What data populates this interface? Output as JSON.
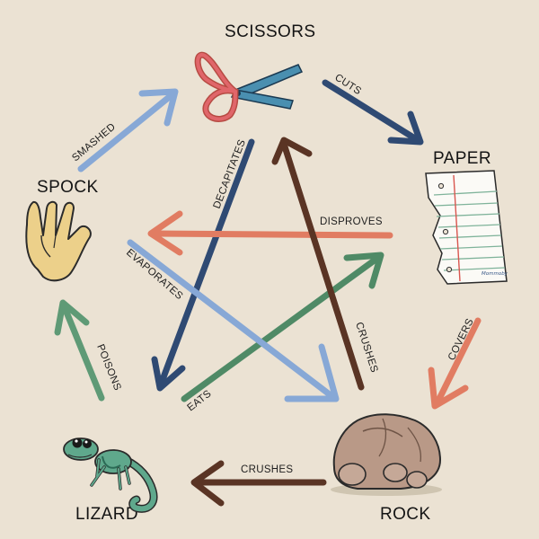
{
  "nodes": {
    "scissors": {
      "label": "SCISSORS"
    },
    "paper": {
      "label": "PAPER"
    },
    "rock": {
      "label": "ROCK"
    },
    "lizard": {
      "label": "LIZARD"
    },
    "spock": {
      "label": "SPOCK"
    }
  },
  "edges": [
    {
      "id": "scissors-cuts-paper",
      "verb": "CUTS",
      "from": "SCISSORS",
      "to": "PAPER",
      "color": "#2f4a73"
    },
    {
      "id": "paper-covers-rock",
      "verb": "COVERS",
      "from": "PAPER",
      "to": "ROCK",
      "color": "#e17c62"
    },
    {
      "id": "rock-crushes-lizard",
      "verb": "CRUSHES",
      "from": "ROCK",
      "to": "LIZARD",
      "color": "#5a3424"
    },
    {
      "id": "lizard-poisons-spock",
      "verb": "POISONS",
      "from": "LIZARD",
      "to": "SPOCK",
      "color": "#5f9a76"
    },
    {
      "id": "spock-smashes-scissors",
      "verb": "SMASHED",
      "from": "SPOCK",
      "to": "SCISSORS",
      "color": "#87a8d6"
    },
    {
      "id": "scissors-decapitates-lizard",
      "verb": "DECAPITATES",
      "from": "SCISSORS",
      "to": "LIZARD",
      "color": "#2f4a73"
    },
    {
      "id": "lizard-eats-paper",
      "verb": "EATS",
      "from": "LIZARD",
      "to": "PAPER",
      "color": "#4f8a66"
    },
    {
      "id": "paper-disproves-spock",
      "verb": "DISPROVES",
      "from": "PAPER",
      "to": "SPOCK",
      "color": "#e17c62"
    },
    {
      "id": "spock-evaporates-rock",
      "verb": "EVAPORATES",
      "from": "SPOCK",
      "to": "ROCK",
      "color": "#87a8d6"
    },
    {
      "id": "rock-crushes-scissors",
      "verb": "CRUSHES",
      "from": "ROCK",
      "to": "SCISSORS",
      "color": "#5a3424"
    }
  ],
  "signature": "Mommoby"
}
